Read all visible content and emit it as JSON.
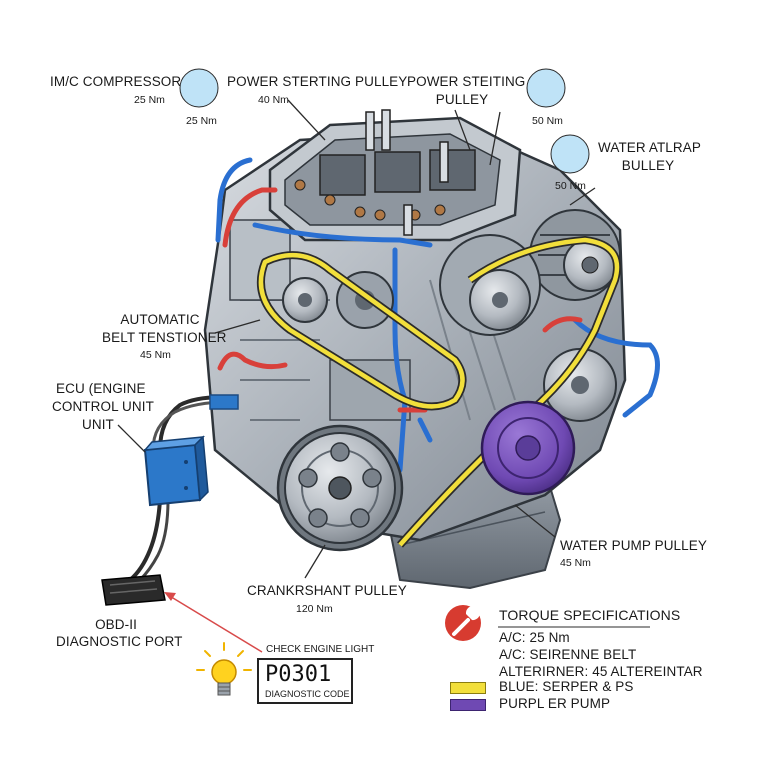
{
  "colors": {
    "belt_yellow": "#f2df3b",
    "hose_blue": "#2a6fd1",
    "hose_red": "#d8403a",
    "purple_pulley": "#6f49b3",
    "ecu_blue": "#2c78c9",
    "marker_circle": "#bfe3f7",
    "arrow_red": "#d84a4a",
    "wrench_icon_bg": "#d73b30"
  },
  "labels": {
    "ac_compressor": {
      "title": "IM/C COMPRESSOR",
      "torque": "25 Nm",
      "marker_torque": "25 Nm"
    },
    "power_steering_1": {
      "title": "POWER STERTING PULLEY",
      "torque": "40 Nm"
    },
    "power_steering_2": {
      "line1": "POWER STEITING",
      "line2": "PULLEY",
      "torque": "50 Nm"
    },
    "water_atlrap": {
      "line1": "WATER ATLRAP",
      "line2": "BULLEY",
      "torque": "50 Nm"
    },
    "belt_tensioner": {
      "line1": "AUTOMATIC",
      "line2": "BELT TENSTIONER",
      "torque": "45 Nm"
    },
    "ecu": {
      "line1": "ECU (ENGINE",
      "line2": "CONTROL UNIT",
      "line3": "UNIT"
    },
    "water_pump": {
      "title": "WATER PUMP PULLEY",
      "torque": "45 Nm"
    },
    "crankshaft": {
      "title": "CRANKRSHANT PULLEY",
      "torque": "120 Nm"
    },
    "obd": {
      "line1": "OBD-II",
      "line2": "DIAGNOSTIC PORT"
    },
    "check_engine": {
      "caption": "CHECK ENGINE LIGHT",
      "code": "P0301",
      "code_label": "DIAGNOSTIC CODE"
    }
  },
  "torque_legend": {
    "title": "TORQUE SPECIFICATIONS",
    "lines": [
      "A/C: 25 Nm",
      "A/C: SEIRENNE BELT",
      "ALTERIRNER: 45  ALTEREINTAR"
    ],
    "swatches": [
      {
        "label": "BLUE: SERPER & PS",
        "color": "#f2df3b"
      },
      {
        "label": "PURPL ER PUMP",
        "color": "#6f49b3"
      }
    ]
  },
  "icons": [
    "wrench-icon",
    "light-bulb-icon",
    "marker-circle-icon"
  ]
}
